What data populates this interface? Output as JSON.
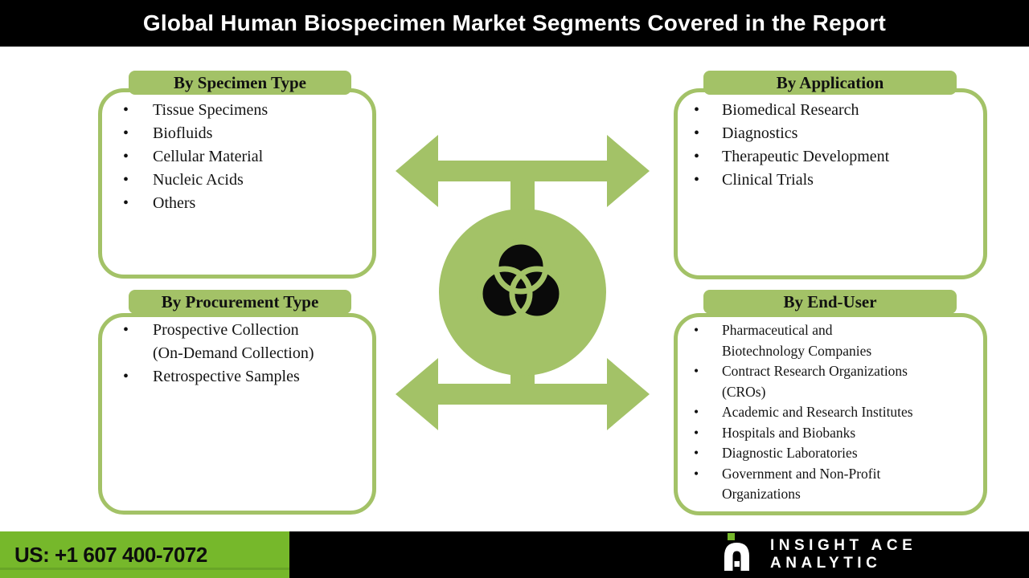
{
  "header": {
    "title": "Global Human Biospecimen Market Segments Covered in the Report"
  },
  "boxes": [
    {
      "title": "By Specimen Type",
      "items": [
        "Tissue Specimens",
        "Biofluids",
        "Cellular Material",
        "Nucleic Acids",
        "Others"
      ]
    },
    {
      "title": "By Application",
      "items": [
        "Biomedical Research",
        "Diagnostics",
        "Therapeutic Development",
        "Clinical Trials"
      ]
    },
    {
      "title": "By Procurement Type",
      "items": [
        "Prospective Collection\n(On-Demand Collection)",
        "Retrospective Samples"
      ]
    },
    {
      "title": "By End-User",
      "items": [
        "Pharmaceutical and\nBiotechnology Companies",
        "Contract Research Organizations\n(CROs)",
        "Academic and Research Institutes",
        "Hospitals and Biobanks",
        "Diagnostic Laboratories",
        "Government and Non-Profit\nOrganizations"
      ]
    }
  ],
  "center": {
    "icon": "venn-diagram-icon"
  },
  "footer": {
    "phone": "US: +1 607 400-7072",
    "brand": "INSIGHT ACE ANALYTIC"
  },
  "colors": {
    "box_green": "#a3c267",
    "footer_green": "#76b82b",
    "seam_green": "#68a527",
    "header_bg": "#000000",
    "text_dark": "#141414"
  }
}
